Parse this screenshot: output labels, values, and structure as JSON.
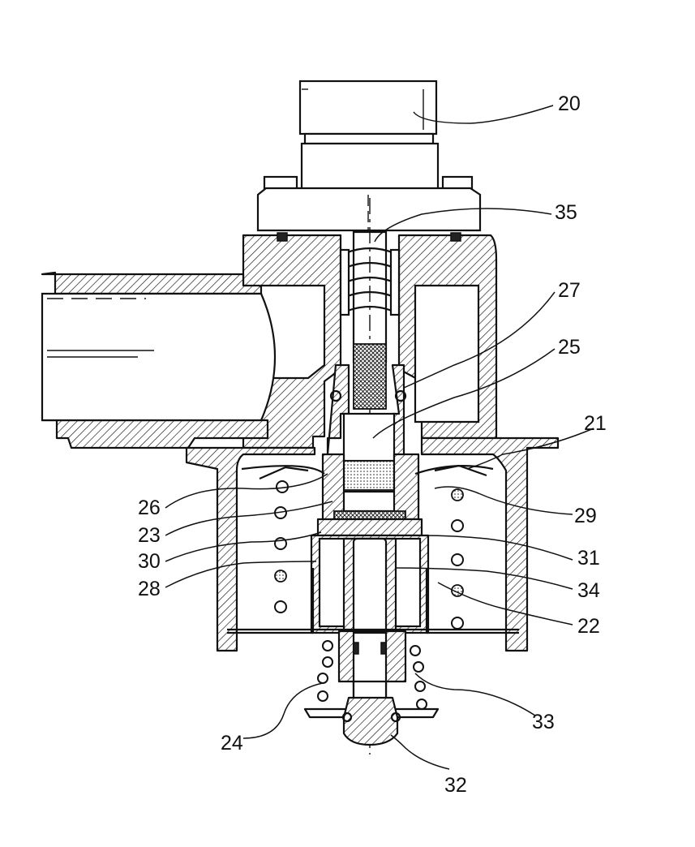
{
  "figure": {
    "reference_labels": [
      {
        "key": "20",
        "text": "20"
      },
      {
        "key": "35",
        "text": "35"
      },
      {
        "key": "27",
        "text": "27"
      },
      {
        "key": "25",
        "text": "25"
      },
      {
        "key": "21",
        "text": "21"
      },
      {
        "key": "26",
        "text": "26"
      },
      {
        "key": "29",
        "text": "29"
      },
      {
        "key": "23",
        "text": "23"
      },
      {
        "key": "30",
        "text": "30"
      },
      {
        "key": "31",
        "text": "31"
      },
      {
        "key": "28",
        "text": "28"
      },
      {
        "key": "34",
        "text": "34"
      },
      {
        "key": "22",
        "text": "22"
      },
      {
        "key": "33",
        "text": "33"
      },
      {
        "key": "24",
        "text": "24"
      },
      {
        "key": "32",
        "text": "32"
      }
    ]
  },
  "colors": {
    "ink": "#111111",
    "paper": "#ffffff"
  }
}
